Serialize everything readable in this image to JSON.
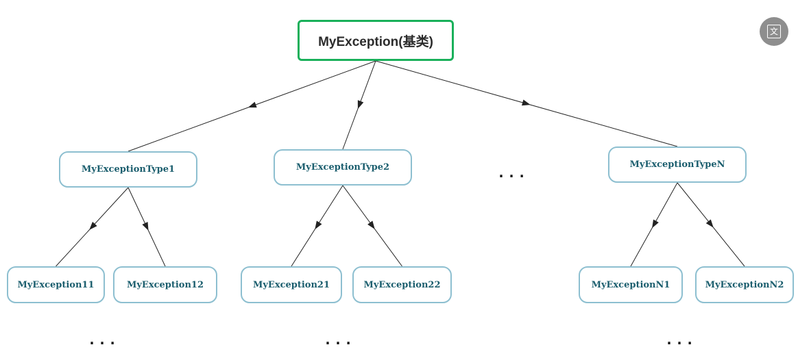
{
  "root": {
    "label": "MyException(基类)"
  },
  "level1": [
    {
      "id": "t1",
      "label": "MyExceptionType1"
    },
    {
      "id": "t2",
      "label": "MyExceptionType2"
    },
    {
      "id": "tn",
      "label": "MyExceptionTypeN"
    }
  ],
  "level2": [
    {
      "id": "e11",
      "label": "MyException11"
    },
    {
      "id": "e12",
      "label": "MyException12"
    },
    {
      "id": "e21",
      "label": "MyException21"
    },
    {
      "id": "e22",
      "label": "MyException22"
    },
    {
      "id": "en1",
      "label": "MyExceptionN1"
    },
    {
      "id": "en2",
      "label": "MyExceptionN2"
    }
  ],
  "edges": [
    [
      "root",
      "t1"
    ],
    [
      "root",
      "t2"
    ],
    [
      "root",
      "tn"
    ],
    [
      "t1",
      "e11"
    ],
    [
      "t1",
      "e12"
    ],
    [
      "t2",
      "e21"
    ],
    [
      "t2",
      "e22"
    ],
    [
      "tn",
      "en1"
    ],
    [
      "tn",
      "en2"
    ]
  ],
  "ellipsis": "...",
  "translate_button": {
    "icon": "translate-icon",
    "glyph": "文"
  },
  "colors": {
    "root_border": "#19b05a",
    "node_border": "#8dbfd0",
    "node_text": "#1b5e6e",
    "edge": "#222222"
  }
}
